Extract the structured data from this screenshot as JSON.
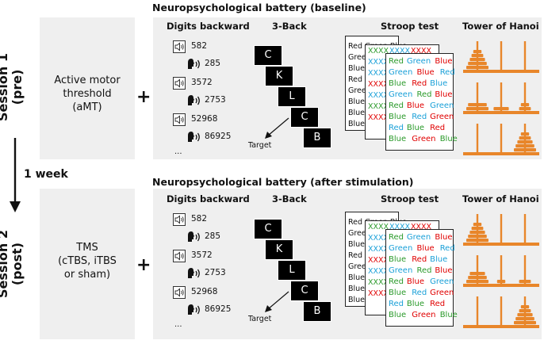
{
  "sessions": [
    {
      "label": "Session 1 (pre)",
      "label_line1": "Session 1",
      "label_line2": "(pre)",
      "procedure": [
        "Active motor",
        "threshold",
        "(aMT)"
      ],
      "battery_title": "Neuropsychological battery (baseline)"
    },
    {
      "label": "Session 2 (post)",
      "label_line1": "Session 2",
      "label_line2": "(post)",
      "procedure": [
        "TMS",
        "(cTBS, iTBS",
        "or sham)"
      ],
      "battery_title": "Neuropsychological battery (after stimulation)"
    }
  ],
  "interval": "1 week",
  "plus": "+",
  "tests": {
    "digits": {
      "title": "Digits backward",
      "heard": [
        "582",
        "3572",
        "52968"
      ],
      "spoken": [
        "285",
        "2753",
        "86925"
      ],
      "ellipsis": "..."
    },
    "nback": {
      "title": "3-Back",
      "letters": [
        "C",
        "K",
        "L",
        "C",
        "B"
      ],
      "target_label": "Target"
    },
    "stroop": {
      "title": "Stroop test",
      "sheet1": [
        "Red Green Blue",
        "Green",
        "Blue",
        "Red",
        "Green",
        "Blue",
        "Blue",
        "Blue"
      ],
      "sheet2": [
        "XXXX",
        "XXXX",
        "XXXX",
        "XXXX",
        "XXXX",
        "XXXX",
        "XXXX"
      ],
      "sheet3": [
        [
          [
            "Red",
            "green"
          ],
          [
            "Green",
            "blue"
          ],
          [
            "Blue",
            "red"
          ]
        ],
        [
          [
            "Green",
            "blue"
          ],
          [
            "Blue",
            "red"
          ],
          [
            "Red",
            "blue"
          ]
        ],
        [
          [
            "Blue",
            "green"
          ],
          [
            "Red",
            "red"
          ],
          [
            "Blue",
            "blue"
          ]
        ],
        [
          [
            "Green",
            "blue"
          ],
          [
            "Red",
            "green"
          ],
          [
            "Blue",
            "red"
          ]
        ],
        [
          [
            "Red",
            "green"
          ],
          [
            "Blue",
            "red"
          ],
          [
            "Green",
            "blue"
          ]
        ],
        [
          [
            "Blue",
            "green"
          ],
          [
            "Red",
            "blue"
          ],
          [
            "Green",
            "red"
          ]
        ],
        [
          [
            "Red",
            "blue"
          ],
          [
            "Blue",
            "green"
          ],
          [
            "Red",
            "red"
          ]
        ],
        [
          [
            "Blue",
            "green"
          ],
          [
            "Green",
            "red"
          ],
          [
            "Blue",
            "green"
          ]
        ]
      ]
    },
    "hanoi": {
      "title": "Tower of Hanoi"
    }
  },
  "colors": {
    "red": "#e00000",
    "blue": "#1aa0d8",
    "green": "#2a9a2a",
    "hanoi": "#e8862a",
    "panel": "#efefef"
  }
}
